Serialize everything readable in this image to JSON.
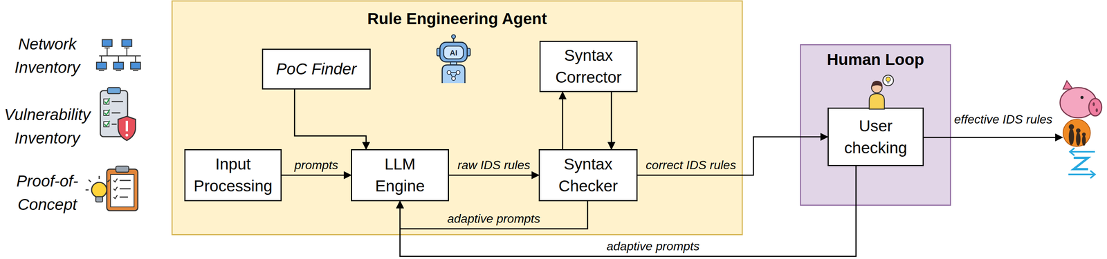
{
  "diagram": {
    "nodes": [
      {
        "text": [
          "Rule Engineering Agent"
        ]
      },
      {
        "text": [
          "PoC Finder"
        ],
        "in": 0
      },
      {
        "text": [
          "Syntax Corrector"
        ],
        "in": 0
      },
      {
        "text": [
          "Input Processing"
        ],
        "in": 0
      },
      {
        "text": [
          "LLM Engine"
        ],
        "in": 0
      },
      {
        "text": [
          "Syntax Checker"
        ],
        "in": 0
      },
      {
        "text": [
          "Human Loop"
        ]
      },
      {
        "text": [
          "User checking"
        ],
        "in": 6
      }
    ],
    "edges": [
      {
        "from": 1,
        "to": 4,
        "arrow": "to"
      },
      {
        "from": 3,
        "to": 4,
        "label": "prompts",
        "arrow": "to"
      },
      {
        "from": 4,
        "to": 5,
        "label": "raw IDS rules",
        "arrow": "to"
      },
      {
        "from": 5,
        "to": 2,
        "arrow": "to"
      },
      {
        "from": 2,
        "to": 5,
        "arrow": "to"
      },
      {
        "from": 5,
        "to": 4,
        "label": "adaptive prompts",
        "arrow": "to"
      },
      {
        "from": 5,
        "to": 7,
        "label": "correct IDS rules",
        "arrow": "to"
      },
      {
        "from": 7,
        "to": 4,
        "label": "adaptive prompts",
        "arrow": "to"
      }
    ],
    "labels": [
      "Network Inventory",
      "Vulnerability Inventory",
      "Proof-of-Concept",
      "AI",
      "effective IDS rules"
    ]
  }
}
